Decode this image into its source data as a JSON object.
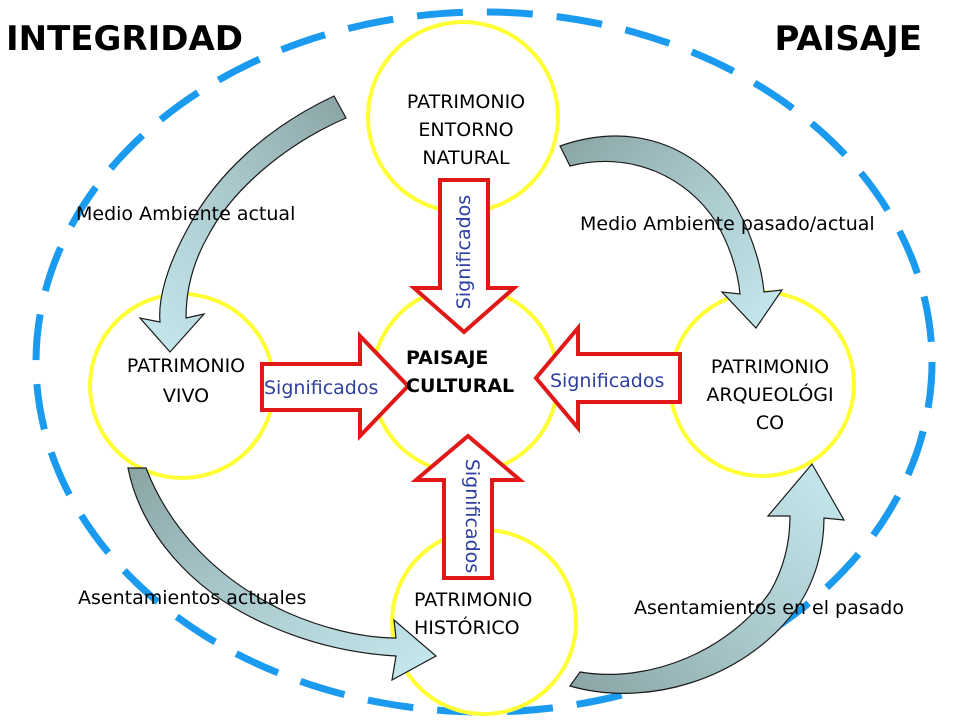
{
  "title_left": "INTEGRIDAD",
  "title_right": "PAISAJE",
  "nodes": {
    "top": {
      "line1": "PATRIMONIO",
      "line2": "ENTORNO",
      "line3": "NATURAL"
    },
    "left": {
      "line1": "PATRIMONIO",
      "line2": "VIVO"
    },
    "center": {
      "line1": "PAISAJE",
      "line2": "CULTURAL"
    },
    "right": {
      "line1": "PATRIMONIO",
      "line2": "ARQUEOLÓGI",
      "line3": "CO"
    },
    "bottom": {
      "line1": "PATRIMONIO",
      "line2": "HISTÓRICO"
    }
  },
  "relations": {
    "top_left": "Medio Ambiente actual",
    "top_right": "Medio Ambiente pasado/actual",
    "bottom_left": "Asentamientos actuales",
    "bottom_right": "Asentamientos en el pasado"
  },
  "arrow_labels": {
    "from_top": "Significados",
    "from_left": "Significados",
    "from_right": "Significados",
    "from_bottom": "Significados"
  },
  "colors": {
    "outer_ellipse": "#1a9bf0",
    "circle_stroke": "#ffff33",
    "arrow_stroke": "#e01818",
    "significados_text": "#2e3fa0",
    "curved_arrow_dark": "#8aa8a8",
    "curved_arrow_light": "#bfe4e8"
  }
}
